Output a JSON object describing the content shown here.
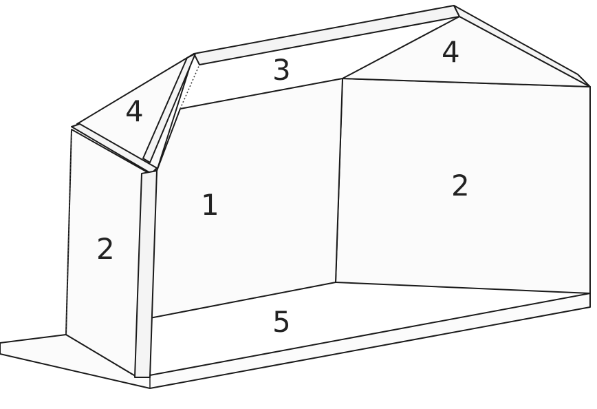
{
  "labels": {
    "left_end_wall": "2",
    "right_end_wall": "2",
    "back_panel": "1",
    "ridge": "3",
    "left_roof": "4",
    "right_roof": "4",
    "base": "5"
  },
  "colors": {
    "line": "#1a1a1a",
    "background": "#ffffff"
  }
}
